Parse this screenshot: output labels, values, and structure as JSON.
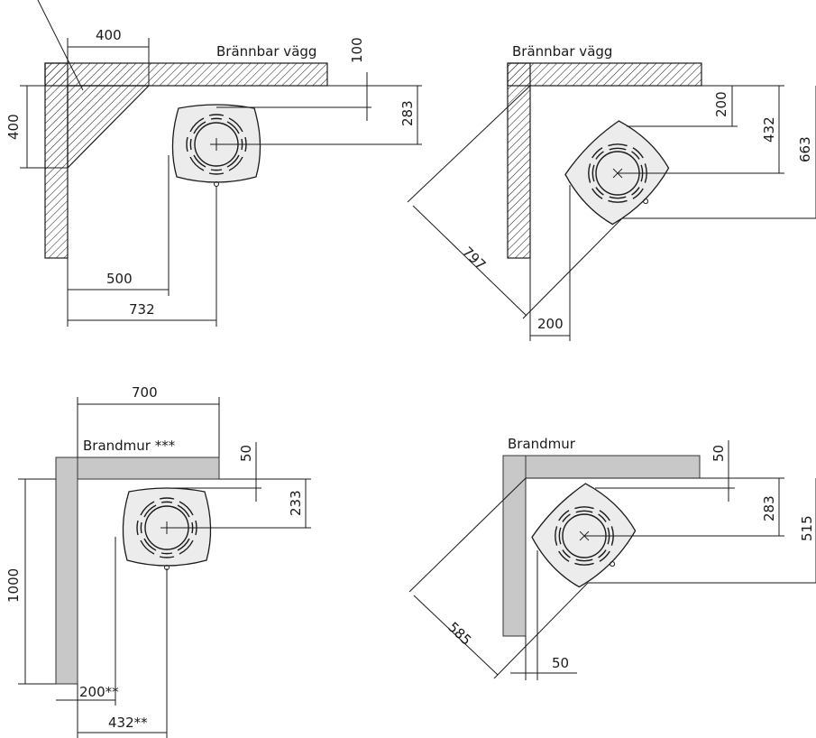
{
  "diagrams": [
    {
      "wall_label": "Brännbar vägg",
      "wall_type": "combustible",
      "dims": {
        "top": "400",
        "side": "400",
        "wall_gap": "100",
        "center_gap": "283",
        "back_edge": "500",
        "back_center": "732"
      }
    },
    {
      "wall_label": "Brännbar vägg",
      "wall_type": "combustible",
      "dims": {
        "edge_gap": "200",
        "center_gap": "432",
        "far_gap": "663",
        "diagonal": "797",
        "bottom": "200"
      }
    },
    {
      "wall_label": "Brandmur ***",
      "wall_type": "firewall",
      "dims": {
        "top": "700",
        "side": "1000",
        "wall_gap": "50",
        "center_gap": "233",
        "back_edge": "200**",
        "back_center": "432**"
      }
    },
    {
      "wall_label": "Brandmur",
      "wall_type": "firewall",
      "dims": {
        "edge_gap": "50",
        "center_gap": "283",
        "far_gap": "515",
        "diagonal": "585",
        "bottom": "50"
      }
    }
  ],
  "colors": {
    "line": "#1a1a1a",
    "firewall": "#c8c8c8",
    "stove": "#ececec"
  }
}
